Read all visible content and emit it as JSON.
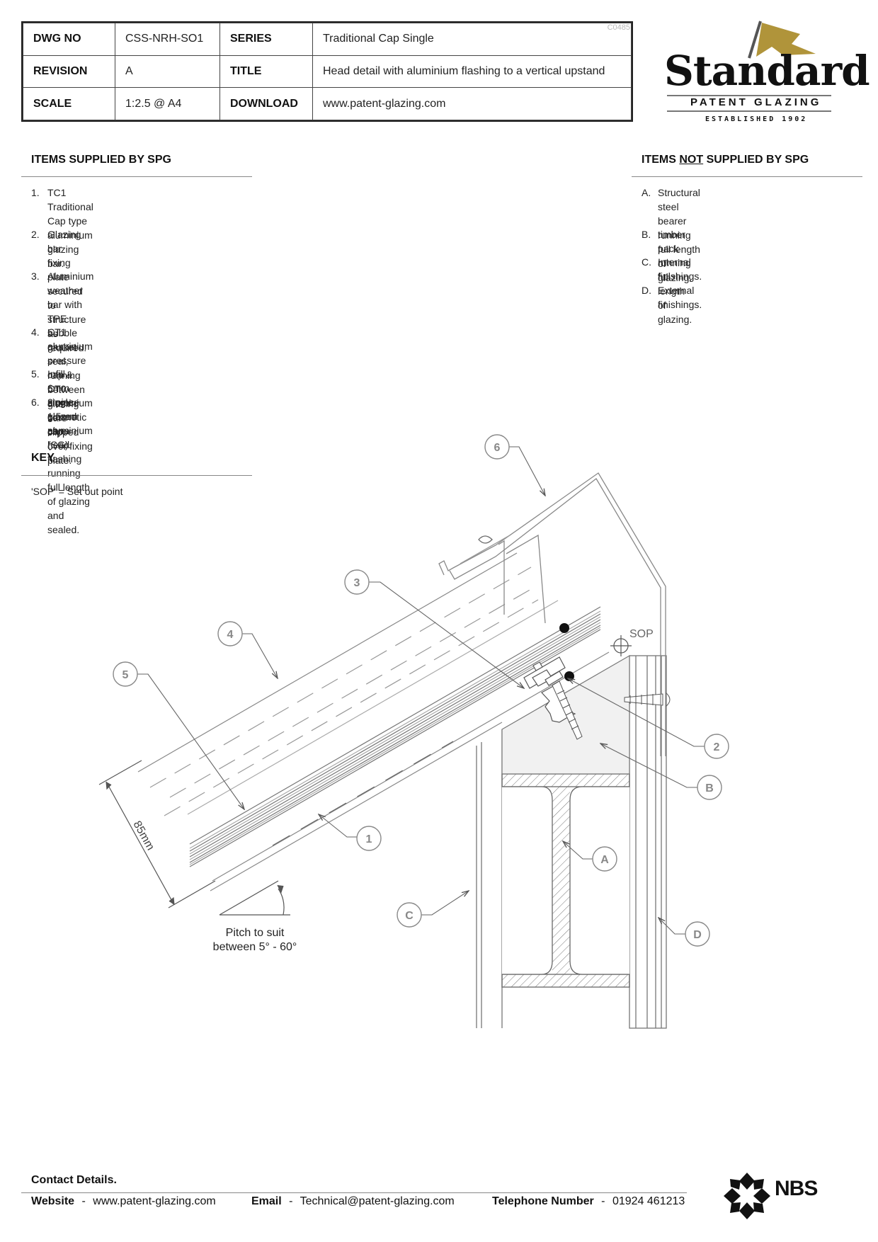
{
  "title_block": {
    "ref_code": "C0485",
    "rows": [
      {
        "label1": "DWG NO",
        "value1": "CSS-NRH-SO1",
        "label2": "SERIES",
        "value2": "Traditional Cap Single"
      },
      {
        "label1": "REVISION",
        "value1": "A",
        "label2": "TITLE",
        "value2": "Head detail with aluminium flashing to a vertical upstand"
      },
      {
        "label1": "SCALE",
        "value1": "1:2.5 @ A4",
        "label2": "DOWNLOAD",
        "value2": "www.patent-glazing.com"
      }
    ]
  },
  "logo": {
    "wordmark": "Standard",
    "subtitle": "PATENT GLAZING",
    "established": "ESTABLISHED 1902",
    "flag_color": "#b0943a"
  },
  "supplied": {
    "heading": "ITEMS SUPPLIED BY SPG",
    "items": [
      {
        "num": "1.",
        "lines": [
          "TC1 Traditional Cap type aluminium glazing",
          "bar."
        ]
      },
      {
        "num": "2.",
        "lines": [
          "Glazing bar fixing plate secured to structure",
          "as required."
        ]
      },
      {
        "num": "3.",
        "lines": [
          "Aluminium weather bar with TPE bubble",
          "gasket seal, running between glazing bars",
          "clipped over fixing plate."
        ]
      },
      {
        "num": "4.",
        "lines": [
          "CT1 aluminium pressure cap & CT0",
          "aluminium cosmetic cap."
        ]
      },
      {
        "num": "5.",
        "lines": [
          "Infill 6mm single glazed pane (SG)."
        ]
      },
      {
        "num": "6.",
        "lines": [
          "2 piece 1.5mm aluminium head flashing",
          "running full length of glazing and sealed."
        ]
      }
    ]
  },
  "not_supplied": {
    "heading_pre": "ITEMS ",
    "heading_em": "NOT",
    "heading_post": " SUPPLIED BY SPG",
    "items": [
      {
        "num": "A.",
        "lines": [
          "Structural steel bearer running full length of",
          "glazing."
        ]
      },
      {
        "num": "B.",
        "lines": [
          "timber pack running full length of glazing."
        ]
      },
      {
        "num": "C.",
        "lines": [
          "Internal finishings."
        ]
      },
      {
        "num": "D.",
        "lines": [
          "External finishings."
        ]
      }
    ]
  },
  "key": {
    "heading": "KEY",
    "text": "'SOP' = Set out point"
  },
  "drawing": {
    "sop_label": "SOP",
    "dimension_label": "85mm",
    "pitch_line1": "Pitch to suit",
    "pitch_line2": "between 5° - 60°",
    "callouts": [
      "1",
      "2",
      "3",
      "4",
      "5",
      "6",
      "A",
      "B",
      "C",
      "D"
    ]
  },
  "footer": {
    "heading": "Contact Details.",
    "website_label": "Website",
    "website": "www.patent-glazing.com",
    "email_label": "Email",
    "email": "Technical@patent-glazing.com",
    "phone_label": "Telephone Number",
    "phone": "01924 461213",
    "sep": "-",
    "nbs": "NBS"
  }
}
